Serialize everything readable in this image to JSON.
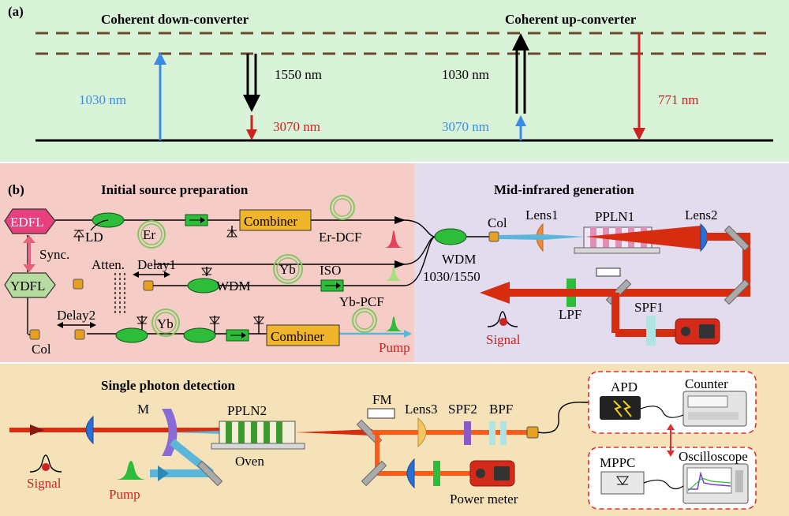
{
  "colors": {
    "panel_a_bg": "#d9f3d9",
    "panel_b_left_bg": "#f6cdc6",
    "panel_b_right_bg": "#e3dbee",
    "panel_c_bg": "#f6e2b8",
    "blue": "#3b8be6",
    "red": "#cc2222",
    "green": "#1fa12f",
    "laser": "#d62d10",
    "pump": "#5bb6da",
    "combiner": "#f1b52b"
  },
  "panel_a": {
    "tag": "(a)",
    "down_title": "Coherent down-converter",
    "up_title": "Coherent up-converter",
    "labels": {
      "l1030_left": "1030 nm",
      "l1550": "1550 nm",
      "l3070_left": "3070 nm",
      "l1030_right": "1030 nm",
      "l3070_right": "3070 nm",
      "l771": "771 nm"
    }
  },
  "panel_b": {
    "tag": "(b)",
    "left_title": "Initial source preparation",
    "right_title": "Mid-infrared generation",
    "edfl": "EDFL",
    "ydfl": "YDFL",
    "sync": "Sync.",
    "ld": "LD",
    "er": "Er",
    "combiner1": "Combiner",
    "er_dcf": "Er-DCF",
    "atten": "Atten.",
    "delay1": "Delay1",
    "wdm_small": "WDM",
    "yb1": "Yb",
    "iso": "ISO",
    "yb_pcf": "Yb-PCF",
    "delay2": "Delay2",
    "col_left": "Col",
    "yb2": "Yb",
    "combiner2": "Combiner",
    "pump": "Pump",
    "wdm_big": "WDM",
    "wdm_big_sub": "1030/1550",
    "col_right": "Col",
    "lens1": "Lens1",
    "ppln1": "PPLN1",
    "lens2": "Lens2",
    "lpf": "LPF",
    "spf1": "SPF1",
    "signal": "Signal"
  },
  "panel_c": {
    "title": "Single photon detection",
    "signal": "Signal",
    "pump": "Pump",
    "m": "M",
    "ppln2": "PPLN2",
    "oven": "Oven",
    "fm": "FM",
    "lens3": "Lens3",
    "spf2": "SPF2",
    "bpf": "BPF",
    "power_meter": "Power meter",
    "apd": "APD",
    "counter": "Counter",
    "mppc": "MPPC",
    "oscilloscope": "Oscilloscope"
  }
}
